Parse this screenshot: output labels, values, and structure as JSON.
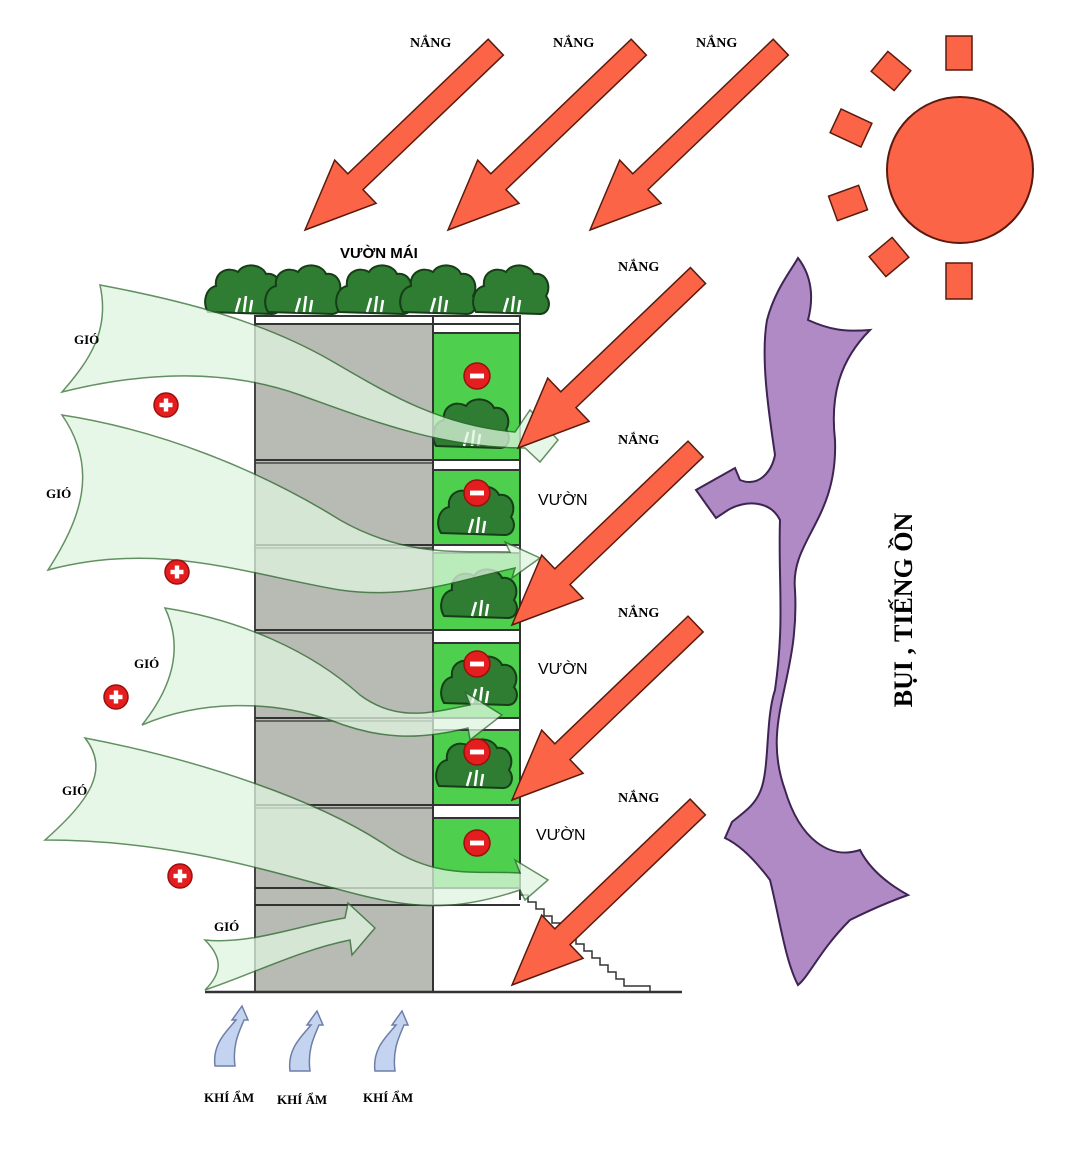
{
  "labels": {
    "sun": "NẮNG",
    "roof_garden": "VƯỜN MÁI",
    "wind": "GIÓ",
    "garden": "VƯỜN",
    "humid_air": "KHÍ ẨM",
    "dust_noise": "BỤI , TIẾNG ỒN"
  },
  "colors": {
    "sun_arrow": "#fb6446",
    "sun": "#fb6446",
    "wind_arrow": "#dff5df",
    "building_core": "#b7bbb4",
    "garden_balcony": "#4ed04e",
    "tree": "#2e7d32",
    "dust_noise": "#b08ac4",
    "humid_air": "#c4d4f0",
    "positive_marker": "#e41e1e",
    "negative_marker": "#e41e1e"
  },
  "icons": [
    "sun-icon",
    "tree-icon",
    "plus-marker-icon",
    "minus-marker-icon"
  ]
}
